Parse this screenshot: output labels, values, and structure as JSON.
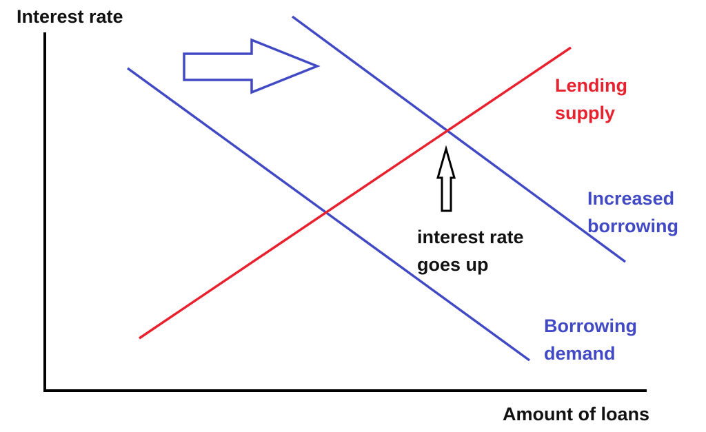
{
  "colors": {
    "axis": "#000000",
    "supply": "#e8212f",
    "demand": "#4149c4",
    "text_black": "#111111"
  },
  "axes": {
    "y_label": "Interest rate",
    "x_label": "Amount of loans"
  },
  "curves": {
    "lending_supply": {
      "line1": "Lending",
      "line2": "supply"
    },
    "increased_borrowing": {
      "line1": "Increased",
      "line2": "borrowing"
    },
    "borrowing_demand": {
      "line1": "Borrowing",
      "line2": "demand"
    }
  },
  "annotation": {
    "line1": "interest rate",
    "line2": "goes up"
  },
  "icons": {
    "shift_arrow": "right-arrow-icon",
    "rise_arrow": "up-arrow-icon"
  }
}
